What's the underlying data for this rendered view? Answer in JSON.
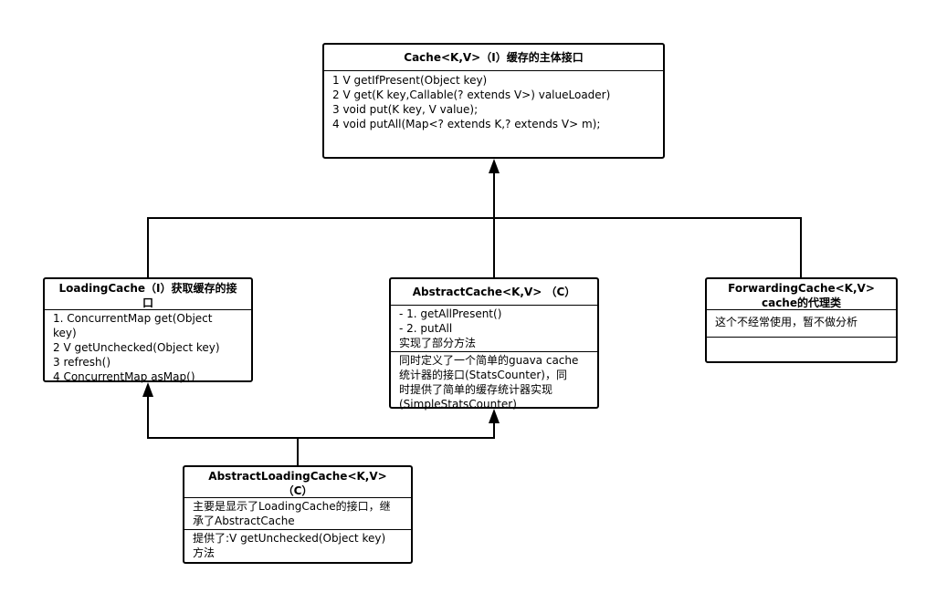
{
  "cache": {
    "title": "Cache<K,V>（I）缓存的主体接口",
    "methods": [
      "1 V getIfPresent(Object key)",
      "2 V get(K key,Callable(? extends V>) valueLoader)",
      "3 void put(K key, V value);",
      "4 void putAll(Map<? extends K,? extends V> m);"
    ]
  },
  "loading_cache": {
    "title_line1": "LoadingCache（I）获取缓存的接",
    "title_line2": "口",
    "methods": [
      "1. ConcurrentMap get(Object",
      "key)",
      "2 V getUnchecked(Object key)",
      "3 refresh()",
      "4 ConcurrentMap asMap()"
    ]
  },
  "abstract_cache": {
    "title": "AbstractCache<K,V> （C）",
    "section1": [
      "- 1. getAllPresent()",
      "- 2. putAll",
      "实现了部分方法"
    ],
    "section2": [
      "同时定义了一个简单的guava cache",
      "统计器的接口(StatsCounter)，同",
      "时提供了简单的缓存统计器实现",
      "(SimpleStatsCounter)"
    ]
  },
  "forwarding_cache": {
    "title_line1": "ForwardingCache<K,V>",
    "title_line2": "cache的代理类",
    "section1": [
      "这个不经常使用，暂不做分析"
    ]
  },
  "abstract_loading_cache": {
    "title_line1": "AbstractLoadingCache<K,V>",
    "title_line2": "（C）",
    "section1": [
      "主要是显示了LoadingCache的接口，继",
      "承了AbstractCache"
    ],
    "section2": [
      "提供了:V getUnchecked(Object key)",
      "方法"
    ]
  }
}
